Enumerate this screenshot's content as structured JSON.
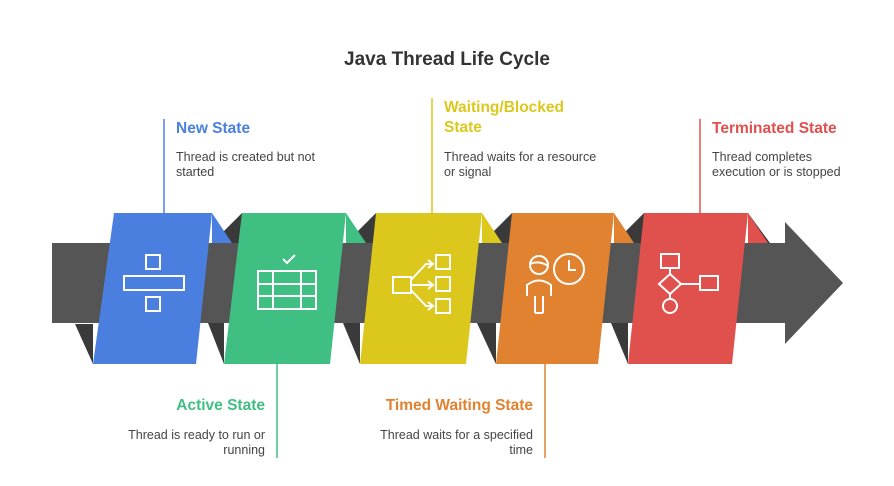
{
  "title": "Java Thread Life Cycle",
  "colors": {
    "arrow": "#555555",
    "fold": "#3a3a3a",
    "new": "#4a7fe0",
    "active": "#3fc082",
    "waiting": "#dcc81c",
    "timed": "#e08230",
    "terminated": "#e0504c"
  },
  "stages": [
    {
      "label": "New State",
      "description_line1": "Thread is created but not",
      "description_line2": "started",
      "icon": "division-icon"
    },
    {
      "label": "Active State",
      "description_line1": "Thread is ready to run or",
      "description_line2": "running",
      "icon": "table-check-icon"
    },
    {
      "label_line1": "Waiting/Blocked",
      "label_line2": "State",
      "description_line1": "Thread waits for a resource",
      "description_line2": "or signal",
      "icon": "branching-icon"
    },
    {
      "label": "Timed Waiting State",
      "description_line1": "Thread waits for a specified",
      "description_line2": "time",
      "icon": "person-clock-icon"
    },
    {
      "label": "Terminated State",
      "description_line1": "Thread completes",
      "description_line2": "execution or is stopped",
      "icon": "flowchart-icon"
    }
  ]
}
